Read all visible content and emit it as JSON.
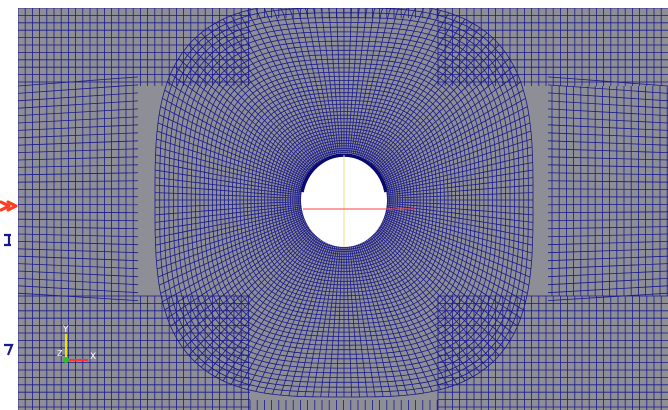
{
  "viewport": {
    "background_color": "#8e8e96",
    "mesh_color": "#1a1a8c",
    "hole_color": "#ffffff",
    "wall_color": "#0a0a6e"
  },
  "hole_axes": {
    "vertical_color": "#e6e68c",
    "horizontal_color": "#ff4040"
  },
  "orientation_axes": {
    "x_label": "X",
    "y_label": "Y",
    "z_label": "Z",
    "x_color": "#ff3030",
    "y_color": "#e6e600",
    "z_color": "#30c030"
  },
  "left_panel": {
    "arrow_icon": "arrow-right-icon",
    "arrow_color": "#ff3b1f"
  }
}
